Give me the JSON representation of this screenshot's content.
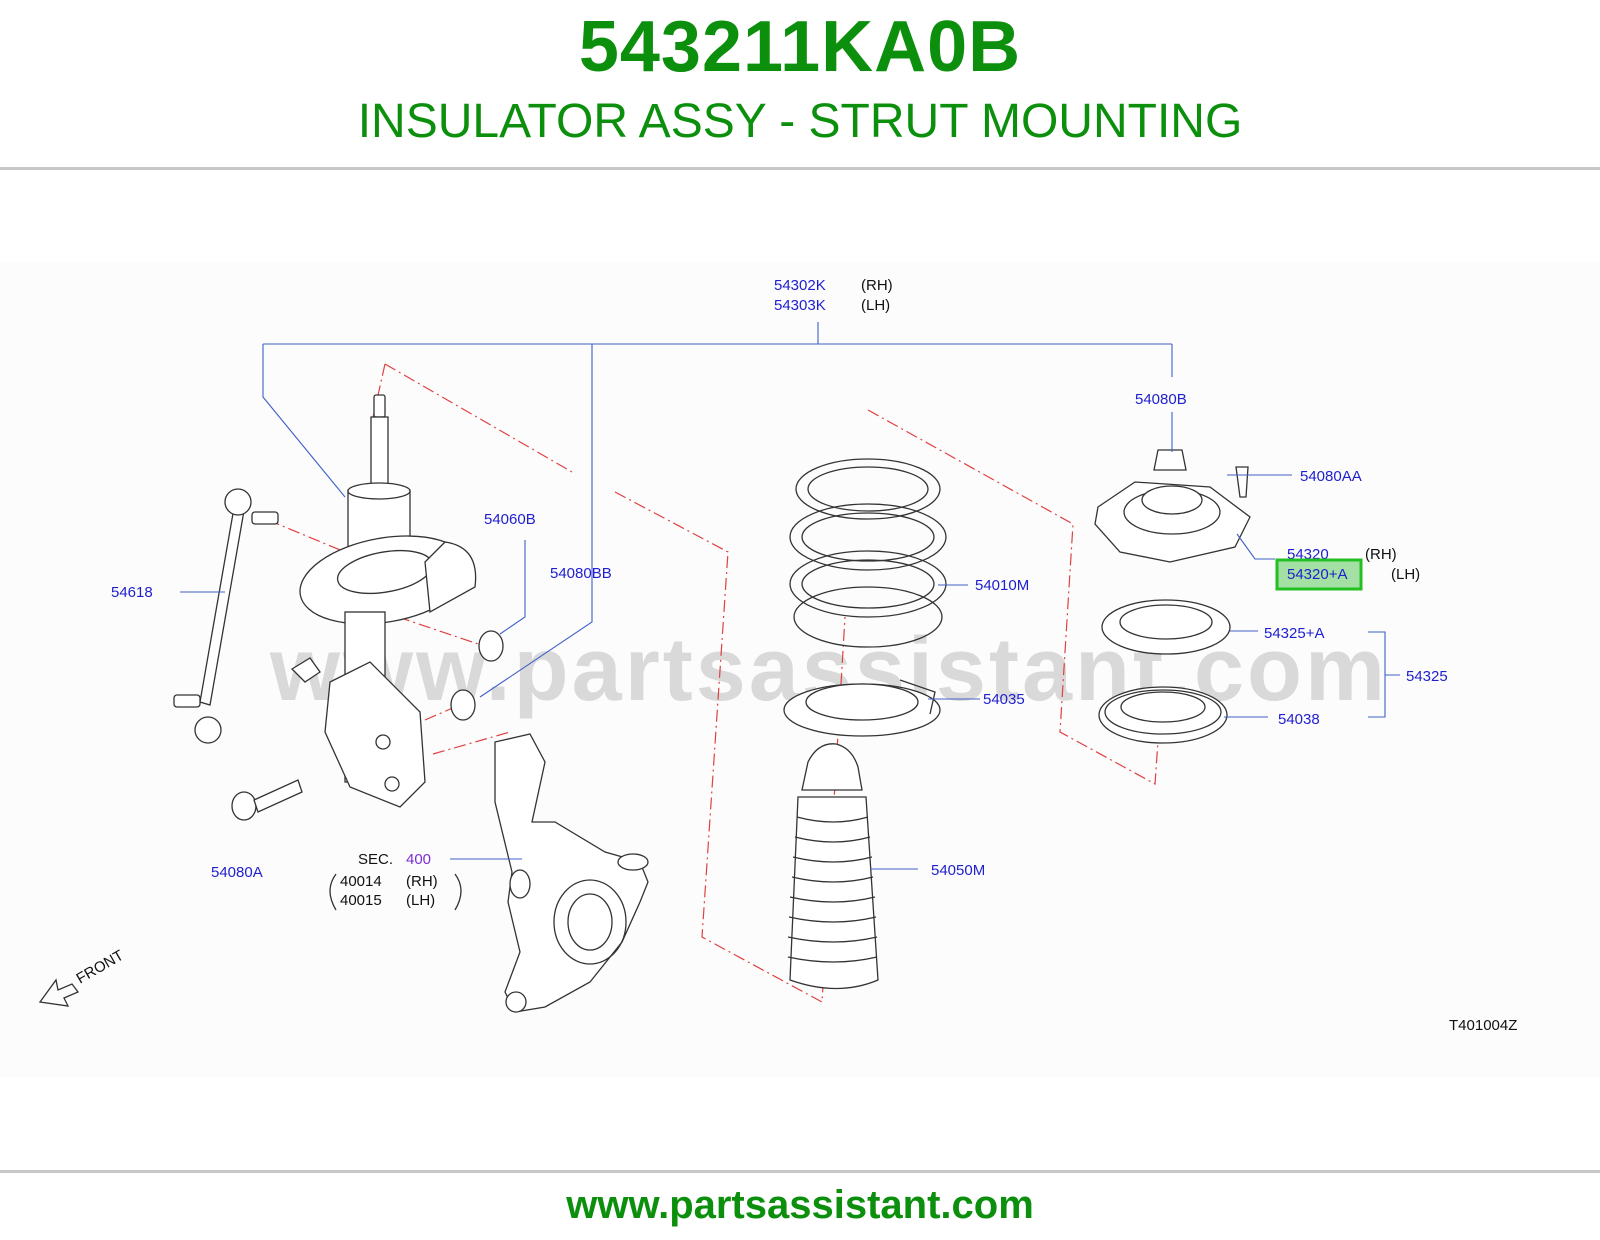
{
  "header": {
    "part_number": "543211KA0B",
    "part_name": "INSULATOR ASSY - STRUT MOUNTING"
  },
  "footer": {
    "url": "www.partsassistant.com"
  },
  "colors": {
    "brand_green": "#0c8f0c",
    "label_blue": "#2020d0",
    "highlight_green": "#22c022"
  },
  "diagram": {
    "watermark": "www.partsassistant.com",
    "drawing_code": "T401004Z",
    "front_label": "FRONT",
    "callouts": {
      "c54302K": "54302K",
      "c54302K_side": "(RH)",
      "c54303K": "54303K",
      "c54303K_side": "(LH)",
      "c54080B": "54080B",
      "c54080AA": "54080AA",
      "c54060B": "54060B",
      "c54080BB": "54080BB",
      "c54618": "54618",
      "c54010M": "54010M",
      "c54320": "54320",
      "c54320_side": "(RH)",
      "c54320A": "54320+A",
      "c54320A_side": "(LH)",
      "c54325A": "54325+A",
      "c54325": "54325",
      "c54035": "54035",
      "c54038": "54038",
      "c54080A": "54080A",
      "c54050M": "54050M",
      "sec_label": "SEC.",
      "sec_num": "400",
      "c40014": "40014",
      "c40014_side": "(RH)",
      "c40015": "40015",
      "c40015_side": "(LH)"
    },
    "highlighted_callout": "54320+A"
  }
}
